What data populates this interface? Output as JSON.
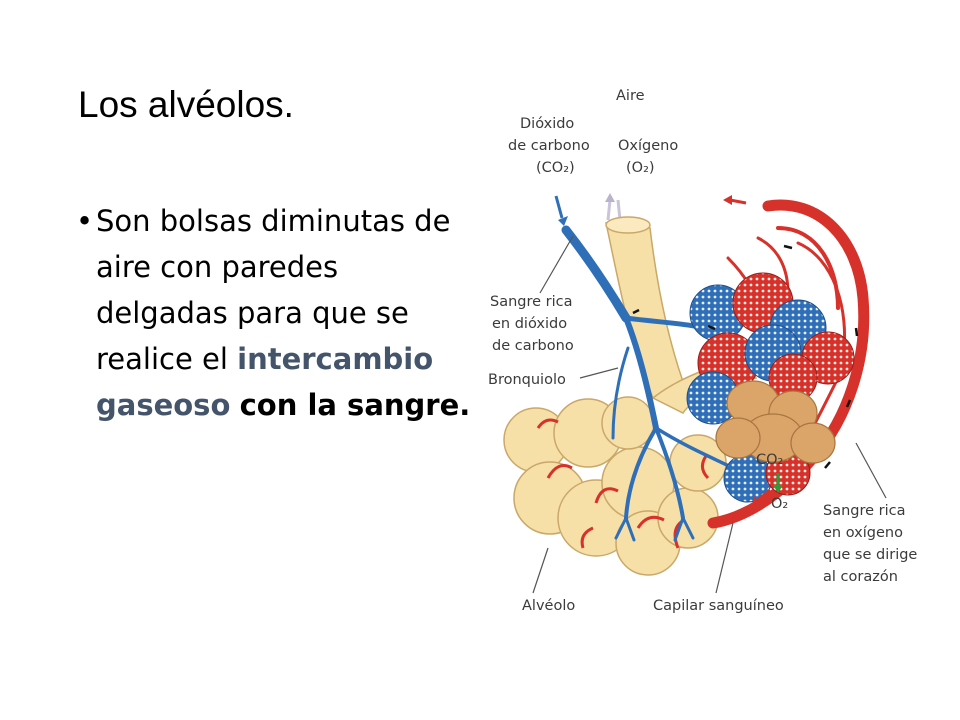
{
  "slide": {
    "title": "Los alvéolos.",
    "bullet": {
      "text_plain": "Son bolsas diminutas de aire con paredes delgadas para que se realice el ",
      "text_highlight": "intercambio gaseoso",
      "text_bold": "con la sangre."
    }
  },
  "diagram": {
    "labels": {
      "aire": "Aire",
      "dioxido_line1": "Dióxido",
      "dioxido_line2": "de carbono",
      "dioxido_line3": "(CO₂)",
      "oxigeno_line1": "Oxígeno",
      "oxigeno_line2": "(O₂)",
      "sangre_co2_line1": "Sangre rica",
      "sangre_co2_line2": "en dióxido",
      "sangre_co2_line3": "de carbono",
      "bronquiolo": "Bronquiolo",
      "co2_small": "CO₂",
      "o2_small": "O₂",
      "sangre_o2_line1": "Sangre rica",
      "sangre_o2_line2": "en oxígeno",
      "sangre_o2_line3": "que se dirige",
      "sangre_o2_line4": "al corazón",
      "alveolo": "Alvéolo",
      "capilar": "Capilar sanguíneo"
    },
    "colors": {
      "artery_red": "#d6322b",
      "vein_blue": "#2f6fb8",
      "alveolus_fill": "#f7dfa8",
      "alveolus_stroke": "#c9a868",
      "tissue_tan": "#dba56a"
    }
  }
}
